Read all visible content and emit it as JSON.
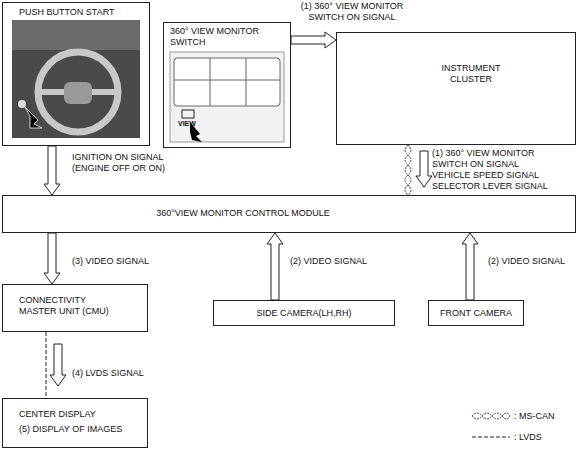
{
  "diagram": {
    "nodes": [
      {
        "text": [
          "PUSH BUTTON START"
        ]
      },
      {
        "text": [
          "360° VIEW MONITOR SWITCH"
        ]
      },
      {
        "text": [
          "INSTRUMENT CLUSTER"
        ]
      },
      {
        "text": [
          "360°VIEW MONITOR CONTROL MODULE"
        ]
      },
      {
        "text": [
          "CONNECTIVITY MASTER UNIT (CMU)"
        ]
      },
      {
        "text": [
          "SIDE CAMERA(LH,RH)"
        ]
      },
      {
        "text": [
          "FRONT CAMERA"
        ]
      },
      {
        "text": [
          "CENTER DISPLAY",
          "(5) DISPLAY OF IMAGES"
        ]
      }
    ],
    "edges": [
      {
        "from": 1,
        "to": 2,
        "arrow": "to",
        "label": "(1) 360° VIEW MONITOR SWITCH ON SIGNAL"
      },
      {
        "from": 2,
        "to": 3,
        "arrow": "to"
      },
      {
        "from": 0,
        "to": 3,
        "arrow": "to",
        "label": "IGNITION ON SIGNAL (ENGINE OFF OR ON)"
      },
      {
        "from": 3,
        "to": 4,
        "arrow": "to",
        "label": "(3) VIDEO SIGNAL"
      },
      {
        "from": 5,
        "to": 3,
        "arrow": "to",
        "label": "(2) VIDEO SIGNAL"
      },
      {
        "from": 6,
        "to": 3,
        "arrow": "to",
        "label": "(2) VIDEO SIGNAL"
      },
      {
        "from": 4,
        "to": 7,
        "arrow": "to",
        "label": "(4) LVDS SIGNAL"
      }
    ],
    "labels": [
      "(1) 360° VIEW MONITOR SWITCH ON SIGNAL",
      "VEHICLE SPEED SIGNAL",
      "SELECTOR LEVER SIGNAL",
      "VIEW"
    ],
    "legend": [
      {
        "text": ": MS-CAN"
      },
      {
        "text": ": LVDS"
      }
    ]
  }
}
